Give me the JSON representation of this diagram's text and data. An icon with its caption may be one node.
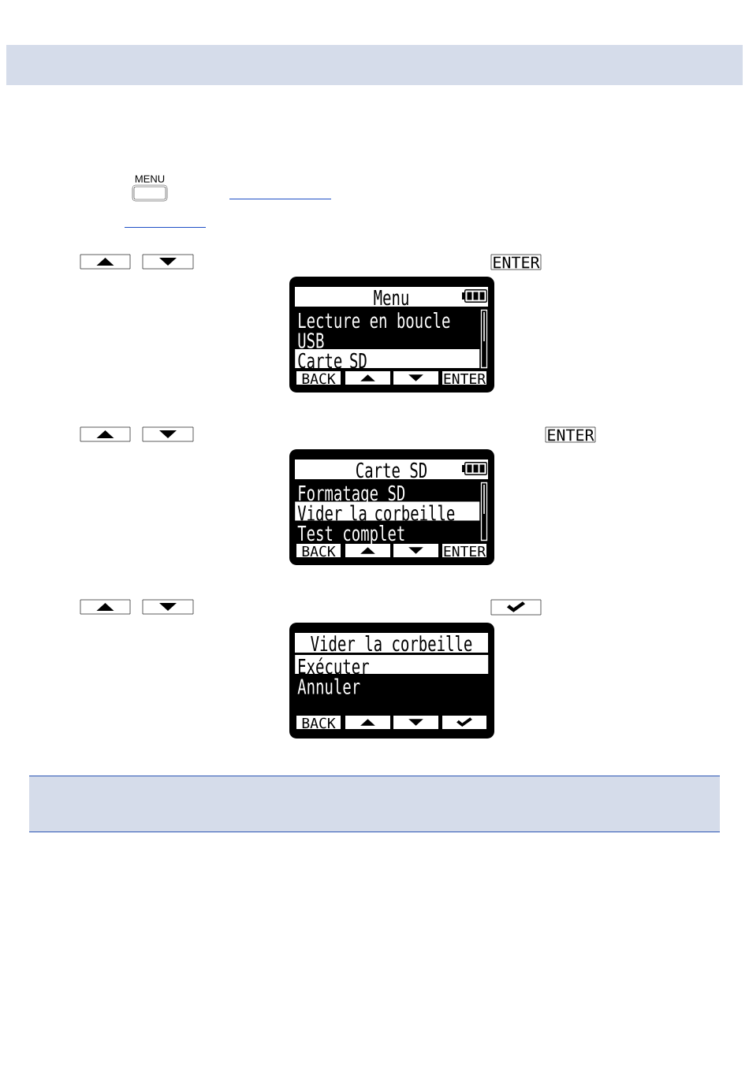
{
  "diagram": {
    "nodes": [
      {
        "text": [
          "MENU"
        ]
      },
      {
        "text": [],
        "shape": "box"
      },
      {
        "text": [],
        "shape": "box"
      },
      {
        "text": [
          "ENTER"
        ]
      },
      {
        "text": [
          "Menu",
          "Lecture en boucle",
          "USB",
          "Carte SD"
        ]
      },
      {
        "text": [
          "BACK"
        ],
        "in": 4
      },
      {
        "text": [],
        "shape": "box",
        "in": 4
      },
      {
        "text": [],
        "shape": "box",
        "in": 4
      },
      {
        "text": [
          "ENTER"
        ],
        "in": 4
      },
      {
        "text": [],
        "shape": "box"
      },
      {
        "text": [],
        "shape": "box"
      },
      {
        "text": [
          "ENTER"
        ]
      },
      {
        "text": [
          "Carte SD",
          "Formatage SD",
          "Vider la corbeille",
          "Test complet"
        ]
      },
      {
        "text": [
          "BACK"
        ],
        "in": 12
      },
      {
        "text": [],
        "shape": "box",
        "in": 12
      },
      {
        "text": [],
        "shape": "box",
        "in": 12
      },
      {
        "text": [
          "ENTER"
        ],
        "in": 12
      },
      {
        "text": [],
        "shape": "box"
      },
      {
        "text": [],
        "shape": "box"
      },
      {
        "text": [],
        "shape": "box"
      },
      {
        "text": [
          "Vider la corbeille",
          "Exécuter",
          "Annuler"
        ]
      },
      {
        "text": [
          "BACK"
        ],
        "in": 20
      },
      {
        "text": [],
        "shape": "box",
        "in": 20
      },
      {
        "text": [],
        "shape": "box",
        "in": 20
      },
      {
        "text": [],
        "shape": "box",
        "in": 20
      }
    ]
  }
}
